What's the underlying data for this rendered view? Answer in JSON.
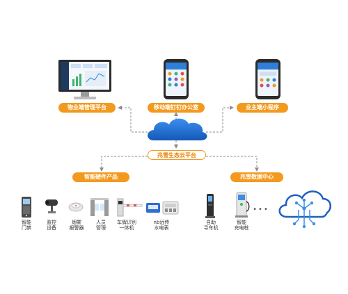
{
  "nodes": {
    "property_platform": "物业端管理平台",
    "mobile_office": "移动端钉钉办公室",
    "owner_miniapp": "业主端小程序",
    "cloud_platform": "兆雪生态云平台",
    "smart_hardware": "智能硬件产品",
    "data_center": "兆雪数据中心"
  },
  "devices": [
    {
      "line1": "智能",
      "line2": "门禁",
      "icon": "door-access-panel-icon"
    },
    {
      "line1": "监控",
      "line2": "设备",
      "icon": "surveillance-camera-icon"
    },
    {
      "line1": "烟雾",
      "line2": "报警器",
      "icon": "smoke-detector-icon"
    },
    {
      "line1": "人员",
      "line2": "管理",
      "icon": "turnstile-gate-icon"
    },
    {
      "line1": "车牌识别",
      "line2": "一体机",
      "icon": "parking-barrier-icon"
    },
    {
      "line1": "nb远传",
      "line2": "水电表",
      "icon": "water-electric-meter-icon"
    },
    {
      "line1": "自助",
      "line2": "寻车机",
      "icon": "self-service-kiosk-icon"
    },
    {
      "line1": "智能",
      "line2": "充电桩",
      "icon": "ev-charging-pile-icon"
    }
  ],
  "ellipsis": "•••",
  "colors": {
    "accent": "#f39a1e",
    "cloud": "#1f6fd1",
    "line": "#8c8c8c"
  }
}
